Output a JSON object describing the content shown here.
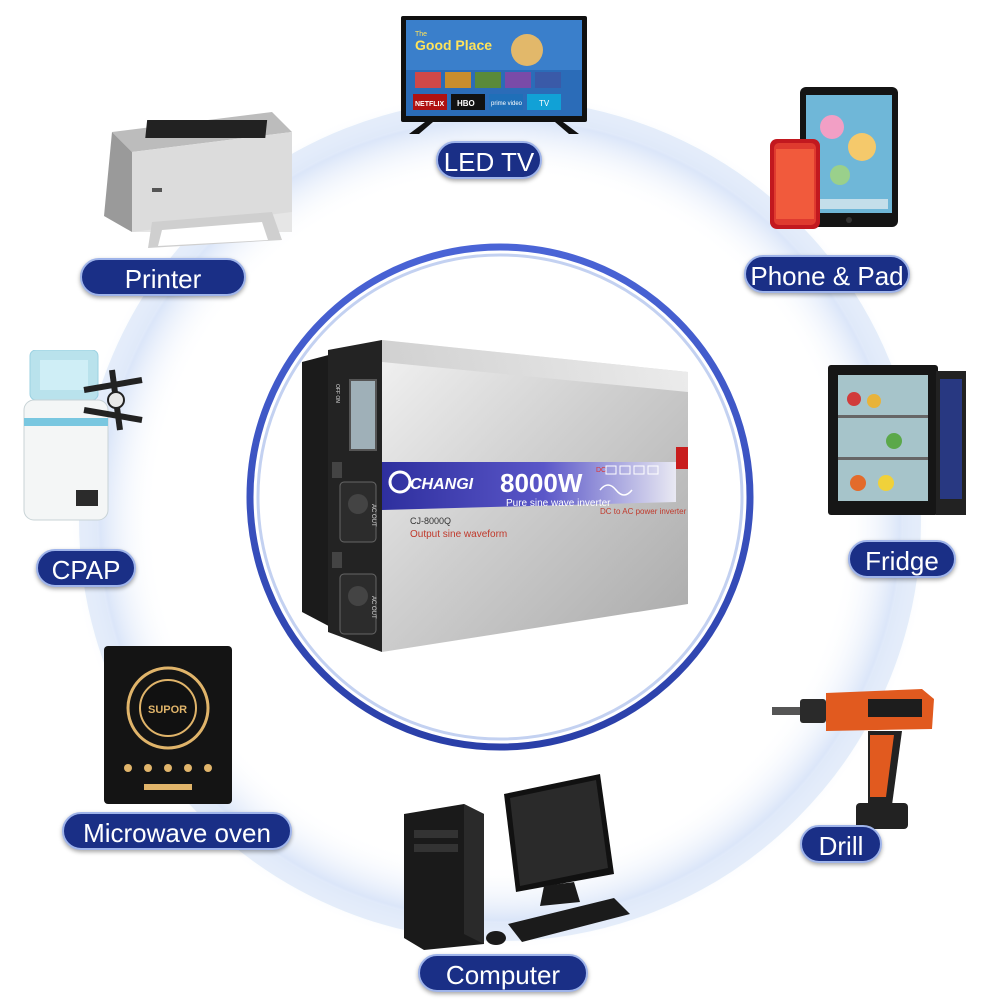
{
  "center_product": {
    "brand": "CHANGI",
    "power": "8000W",
    "subtitle": "Pure sine wave inverter",
    "model": "CJ-8000Q",
    "output_text": "Output sine waveform",
    "conversion_text": "DC to AC power inverter",
    "dc_label": "DC",
    "ac_out_label": "AC OUT",
    "off_on_label": "OFF ON"
  },
  "tv_screen": {
    "show_title_line1": "The",
    "show_title_line2": "Good Place",
    "brand_tiles": [
      "NETFLIX",
      "HBO",
      "prime video",
      "TV"
    ]
  },
  "cooktop_brand": "SUPOR",
  "appliances": [
    {
      "id": "led-tv",
      "label": "LED TV"
    },
    {
      "id": "phone-pad",
      "label": "Phone & Pad"
    },
    {
      "id": "printer",
      "label": "Printer"
    },
    {
      "id": "cpap",
      "label": "CPAP"
    },
    {
      "id": "fridge",
      "label": "Fridge"
    },
    {
      "id": "microwave",
      "label": "Microwave oven"
    },
    {
      "id": "drill",
      "label": "Drill"
    },
    {
      "id": "computer",
      "label": "Computer"
    }
  ],
  "colors": {
    "pill_bg": "#1a2f86",
    "ring": "#c9d7f4",
    "center_ring": "#2a44b8",
    "banner": "#3b3fb2"
  }
}
